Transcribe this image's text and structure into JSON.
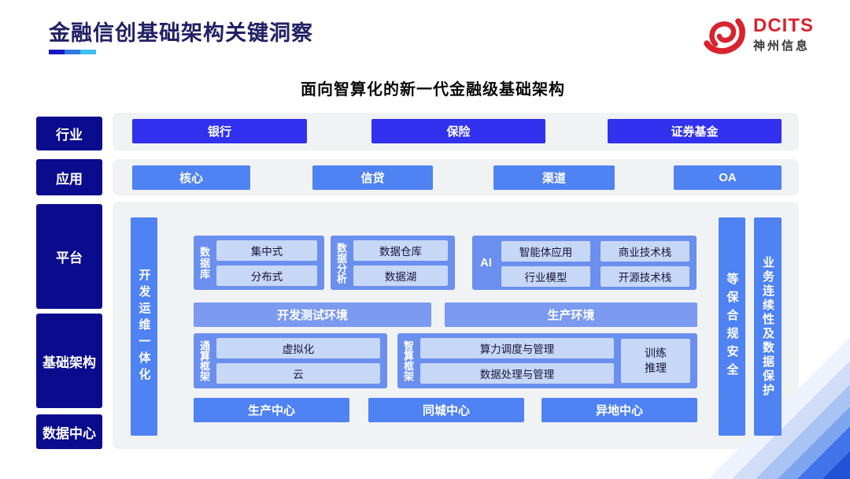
{
  "header": {
    "title": "金融信创基础架构关键洞察",
    "logo_text": "DCITS",
    "logo_company": "神州信息"
  },
  "subtitle": "面向智算化的新一代金融级基础架构",
  "layers": {
    "industry": {
      "label": "行业",
      "items": [
        "银行",
        "保险",
        "证券基金"
      ]
    },
    "application": {
      "label": "应用",
      "items": [
        "核心",
        "信贷",
        "渠道",
        "OA"
      ]
    },
    "platform_label": "平台",
    "infrastructure_label": "基础架构",
    "datacenter_label": "数据中心"
  },
  "main": {
    "devops_bar": "开发运维一体化",
    "groups": {
      "database": {
        "label": "数据库",
        "items": [
          "集中式",
          "分布式"
        ]
      },
      "analytics": {
        "label": "数据分析",
        "items": [
          "数据仓库",
          "数据湖"
        ]
      },
      "ai": {
        "label": "AI",
        "items": [
          "智能体应用",
          "商业技术栈",
          "行业模型",
          "开源技术栈"
        ]
      }
    },
    "environments": [
      "开发测试环境",
      "生产环境"
    ],
    "frameworks": {
      "general": {
        "label": "通算框架",
        "items": [
          "虚拟化",
          "云"
        ]
      },
      "intelligent": {
        "label": "智算框架",
        "items": [
          "算力调度与管理",
          "数据处理与管理"
        ],
        "side": "训练推理"
      }
    },
    "centers": [
      "生产中心",
      "同城中心",
      "异地中心"
    ],
    "security_bar": "等保合规安全",
    "continuity_bar": "业务连续性及数据保护"
  },
  "colors": {
    "title_navy": "#232065",
    "label_navy": "#0b0b8e",
    "vivid_blue": "#3131ef",
    "medium_blue": "#4f82f2",
    "group_blue": "#6a8fee",
    "env_bar_blue": "#7b9af0",
    "inner_light_blue": "#c7d7f6",
    "strip_gray": "#f1f2f4",
    "brand_red": "#d9232e",
    "underline_blues": [
      "#1a17c9",
      "#2f7be0",
      "#3fc0f0"
    ]
  }
}
